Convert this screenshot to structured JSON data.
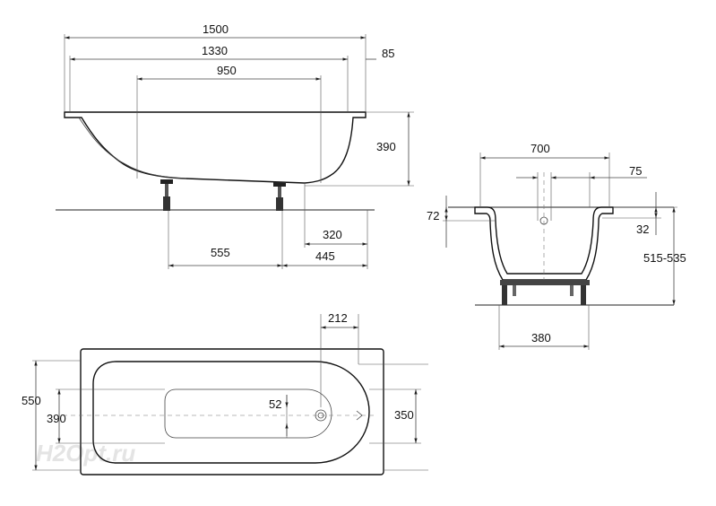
{
  "dimensions": {
    "side": {
      "length_total": "1500",
      "length_inner": "1330",
      "length_bottom": "950",
      "rim": "85",
      "depth": "390",
      "drain_offset": "320",
      "leg_spacing": "555",
      "leg_offset": "445"
    },
    "end": {
      "width_top": "700",
      "rim": "75",
      "rim_height": "72",
      "rim_drop": "32",
      "height": "515-535",
      "leg_spacing": "380"
    },
    "plan": {
      "width_outer": "550",
      "width_inner": "390",
      "drain_distance": "212",
      "drain_offset": "52",
      "end_width": "350"
    }
  },
  "watermark": "H2Opt.ru"
}
